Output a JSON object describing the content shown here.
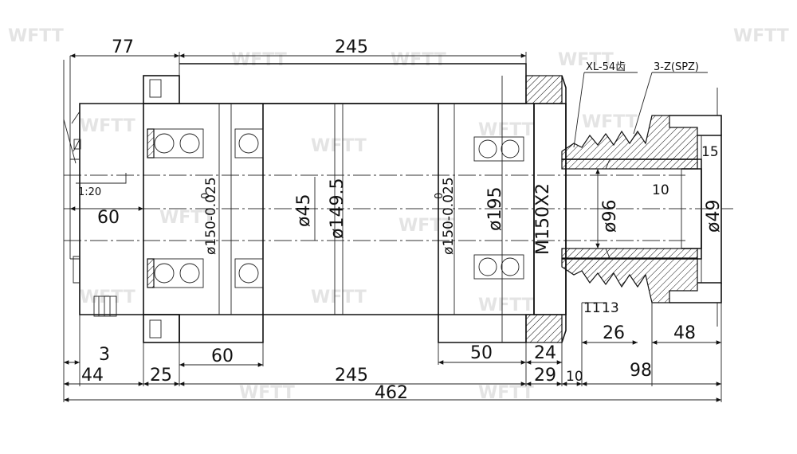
{
  "watermark": "WFTT",
  "dimensions": {
    "top_left": "77",
    "top_main": "245",
    "taper": "1:20",
    "bore_60": "60",
    "seat_left": "ø150-0.025",
    "seat_left_tol": "0",
    "shaft_45": "ø45",
    "shaft_149": "ø149.5",
    "seat_right": "ø150-0.025",
    "seat_right_tol": "0",
    "dia_195": "ø195",
    "thread": "M150X2",
    "bore_96": "ø96",
    "bore_49": "ø49",
    "step_10": "10",
    "step_15": "15",
    "belt": "XL-54齿",
    "pulley": "3-Z(SPZ)",
    "b_3": "3",
    "b_44": "44",
    "b_25": "25",
    "b_60": "60",
    "b_245": "245",
    "b_50": "50",
    "b_24": "24",
    "b_29": "29",
    "b_10": "10",
    "b_98": "98",
    "b_11": "11",
    "b_13": "13",
    "b_26": "26",
    "b_48": "48",
    "total": "462"
  }
}
